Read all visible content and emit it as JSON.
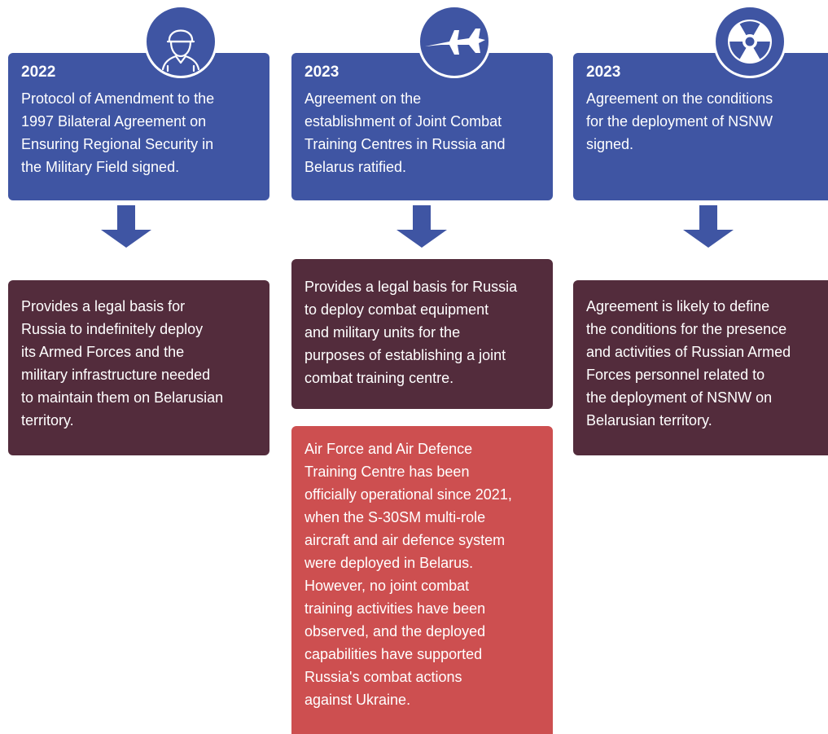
{
  "colors": {
    "blue": "#3f55a3",
    "plum": "#532c3c",
    "red": "#cd4f50"
  },
  "columns": [
    {
      "icon": "soldier-icon",
      "year": "2022",
      "event": "Protocol of Amendment to the\n1997 Bilateral Agreement on\nEnsuring Regional Security in\nthe Military Field signed.",
      "implication": "Provides a legal basis for\nRussia to indefinitely deploy\nits Armed Forces and the\nmilitary infrastructure needed\nto maintain them on Belarusian\nterritory."
    },
    {
      "icon": "fighter-jet-icon",
      "year": "2023",
      "event": "Agreement on the\nestablishment of Joint Combat\nTraining Centres in Russia and\nBelarus ratified.",
      "implication": "Provides a legal basis for Russia\nto deploy combat equipment\nand military units for the\npurposes of establishing a joint\ncombat training centre.",
      "note": "Air Force and Air Defence\nTraining Centre has been\nofficially operational since 2021,\nwhen the S-30SM multi-role\naircraft and air defence system\nwere deployed in Belarus.\nHowever, no joint combat\ntraining activities have been\nobserved, and the deployed\ncapabilities have supported\nRussia's combat actions\nagainst Ukraine."
    },
    {
      "icon": "radiation-icon",
      "year": "2023",
      "event": "Agreement on the conditions\nfor the deployment of NSNW\nsigned.",
      "implication": "Agreement is likely to define\nthe conditions for the presence\nand activities of Russian Armed\nForces personnel related to\nthe deployment of NSNW on\nBelarusian territory."
    }
  ]
}
